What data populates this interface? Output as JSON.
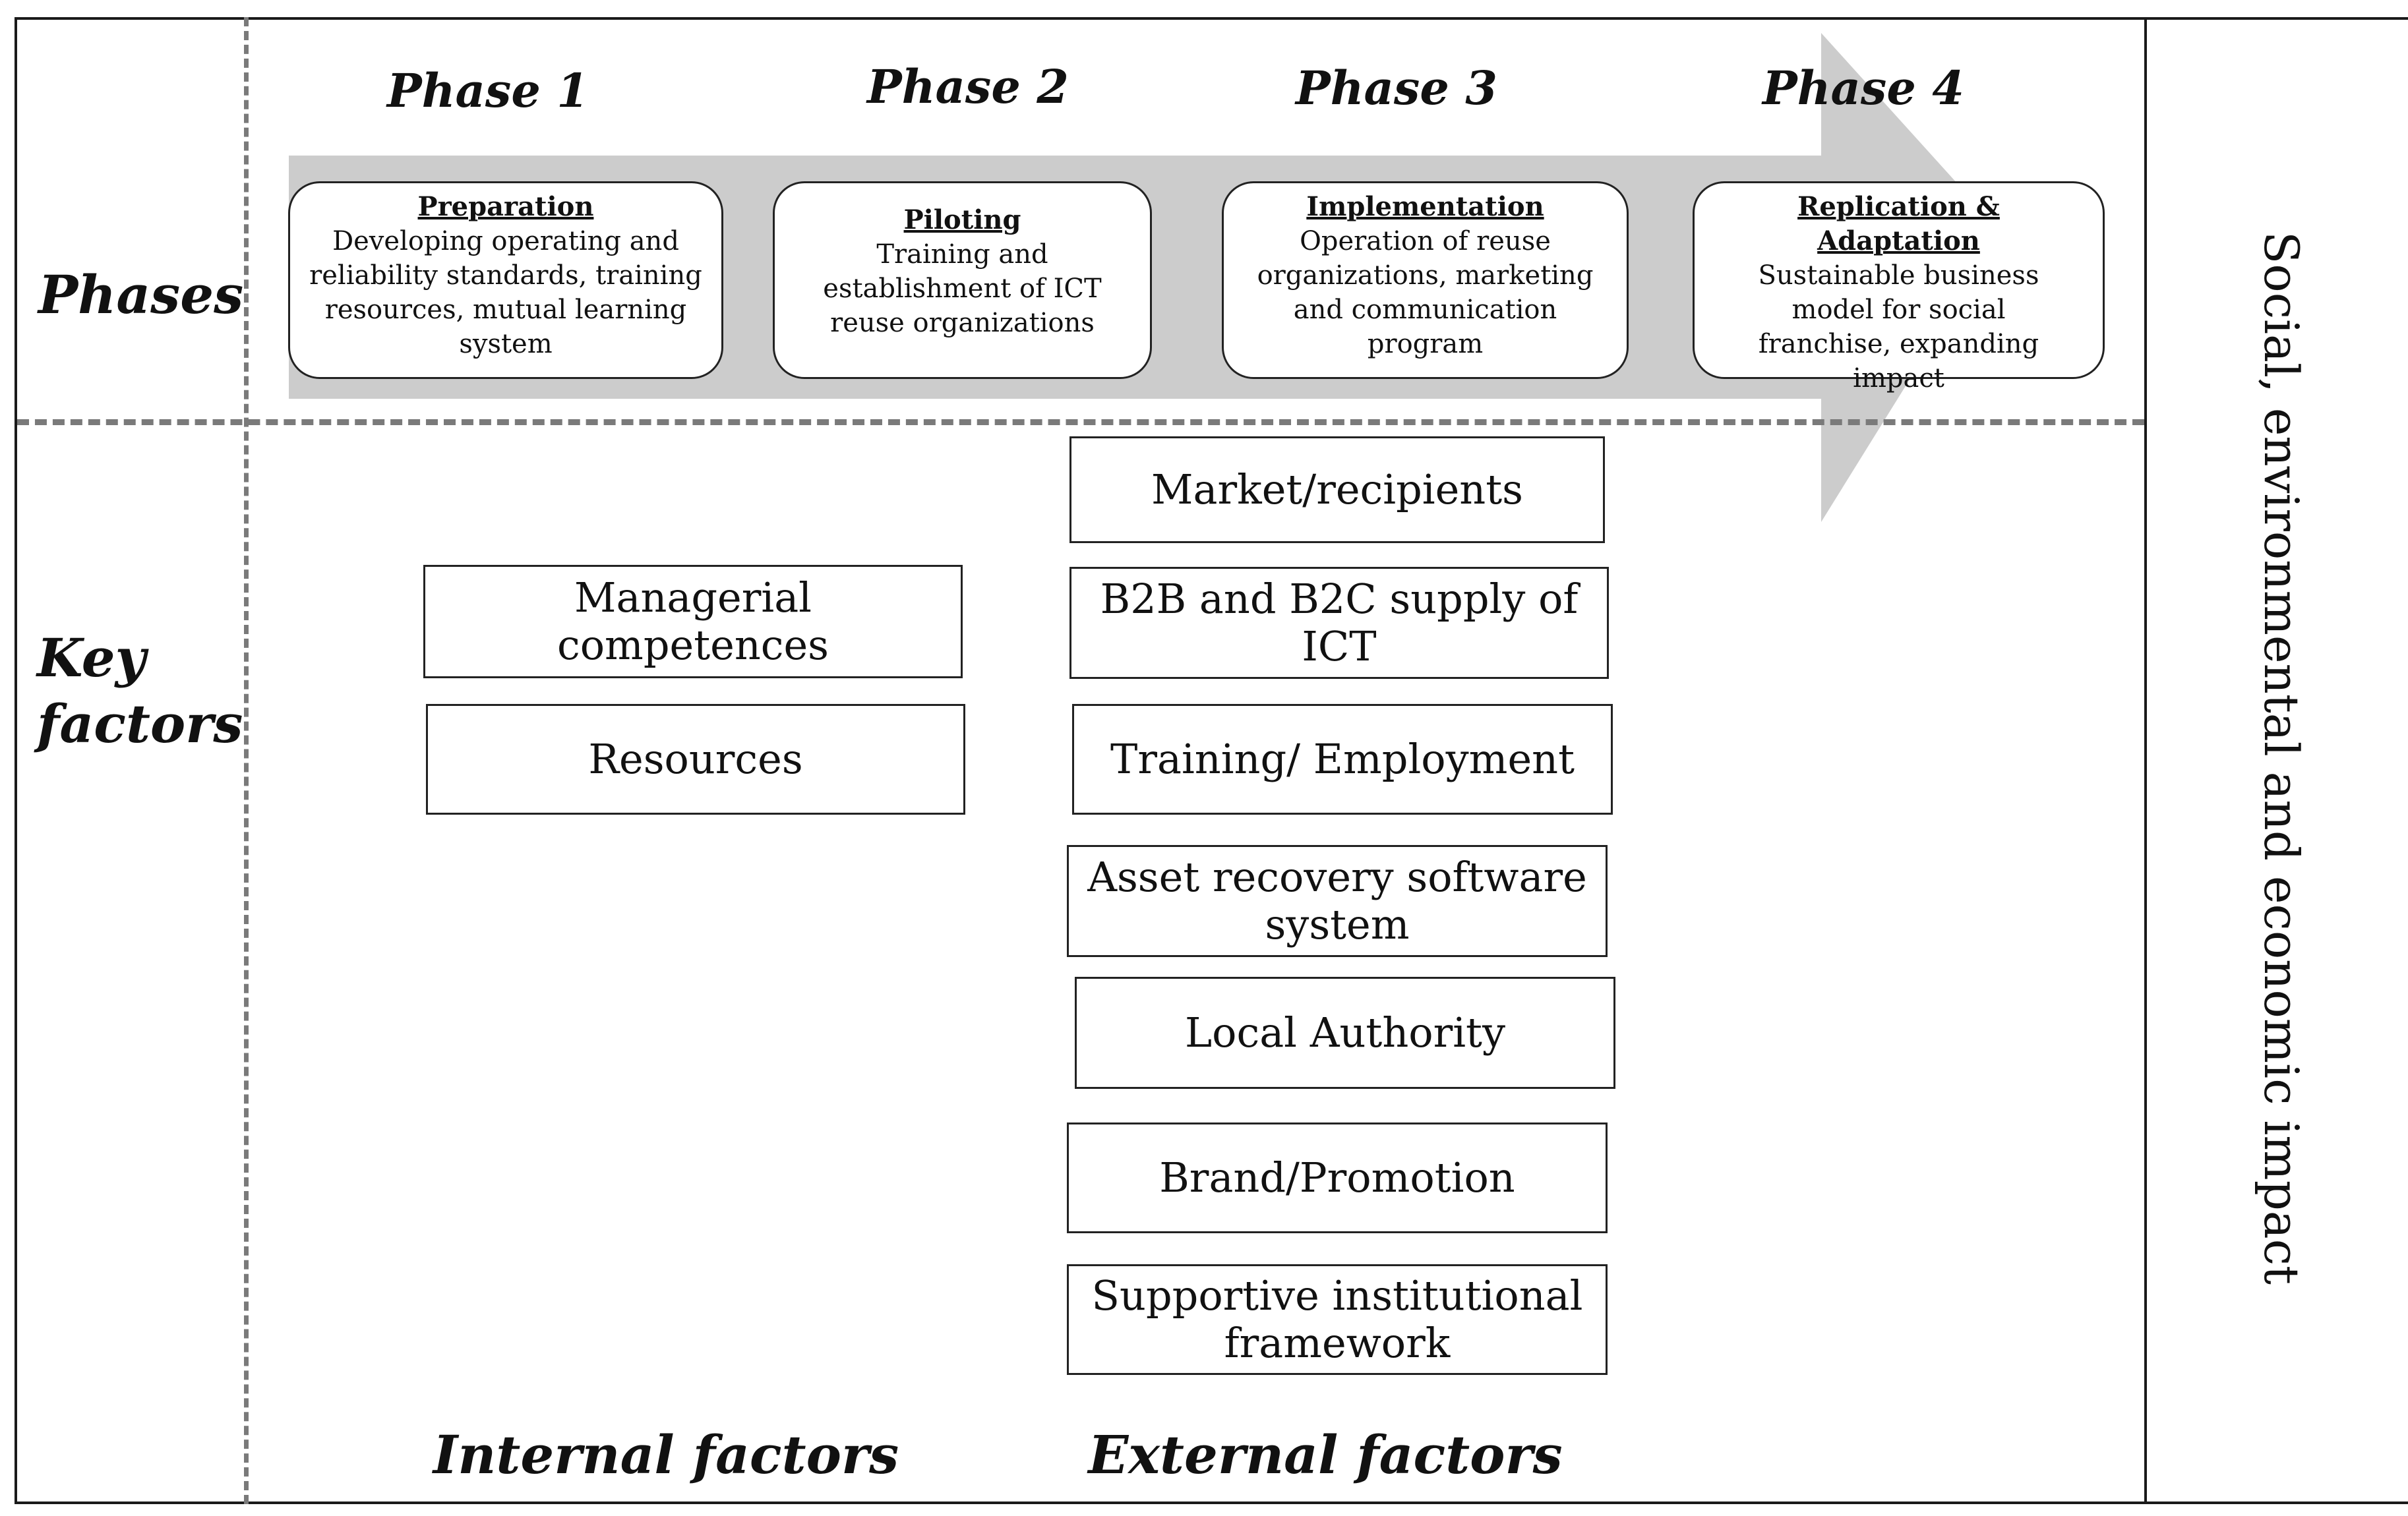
{
  "row_labels": {
    "phases": "Phases",
    "key_factors_line1": "Key",
    "key_factors_line2": "factors"
  },
  "phases": [
    {
      "heading": "Phase 1",
      "title": "Preparation",
      "description": "Developing operating and reliability standards, training resources, mutual learning system"
    },
    {
      "heading": "Phase 2",
      "title": "Piloting",
      "description": "Training and establishment of ICT reuse organizations"
    },
    {
      "heading": "Phase 3",
      "title": "Implementation",
      "description": "Operation of reuse organizations, marketing and communication program"
    },
    {
      "heading": "Phase 4",
      "title": "Replication & Adaptation",
      "description": "Sustainable business model for social franchise, expanding impact"
    }
  ],
  "internal_factors": {
    "label": "Internal factors",
    "items": [
      "Managerial competences",
      "Resources"
    ]
  },
  "external_factors": {
    "label": "External factors",
    "items": [
      "Market/recipients",
      "B2B and B2C supply of ICT",
      "Training/ Employment",
      "Asset recovery software system",
      "Local Authority",
      "Brand/Promotion",
      "Supportive institutional framework"
    ]
  },
  "impact": "Social, environmental and economic impact",
  "colors": {
    "arrow": "#cccccc",
    "dashes": "#7a7a7a",
    "border": "#1a1a1a"
  }
}
